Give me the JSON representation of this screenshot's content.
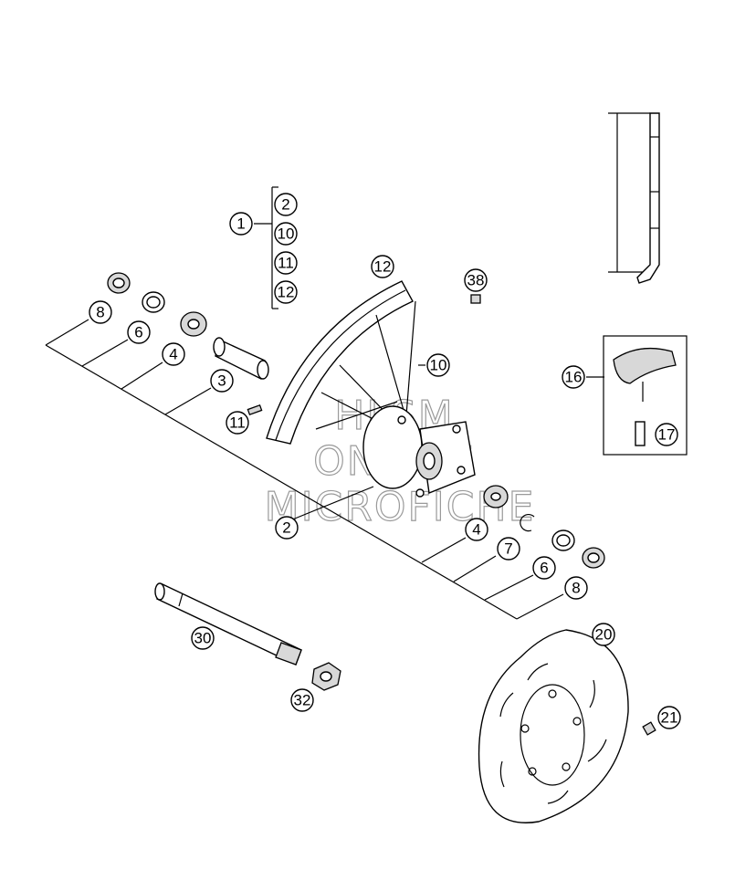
{
  "callouts": {
    "c1": "1",
    "c2_group": "2",
    "c10_group": "10",
    "c11_group": "11",
    "c12_group": "12",
    "c12_rim": "12",
    "c38": "38",
    "c8_left": "8",
    "c6_left": "6",
    "c4_left": "4",
    "c3": "3",
    "c11_nipple": "11",
    "c10_spoke": "10",
    "c16": "16",
    "c17": "17",
    "c2_hub": "2",
    "c4_right": "4",
    "c7": "7",
    "c6_right": "6",
    "c8_right": "8",
    "c20": "20",
    "c30": "30",
    "c32": "32",
    "c21": "21"
  },
  "watermark": {
    "line1": "HLSM",
    "line2": "ONLINE",
    "line3": "MICROFICHE"
  },
  "colors": {
    "line": "#000000",
    "background": "#ffffff",
    "watermark": "#9a9a9a"
  }
}
